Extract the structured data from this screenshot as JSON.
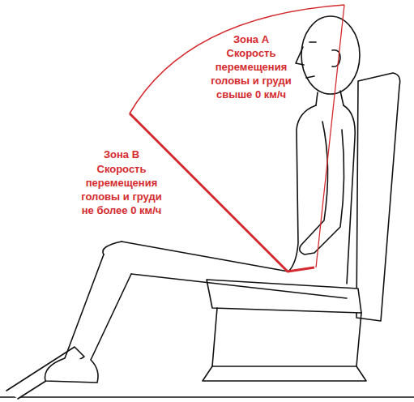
{
  "diagram": {
    "nodes": [
      {
        "text": [
          "Зона А",
          "Скорость перемещения головы и груди свыше 0 км/ч"
        ]
      }
    ],
    "labels": [
      "Зона В",
      "Скорость перемещения головы и груди не более 0 км/ч"
    ]
  }
}
